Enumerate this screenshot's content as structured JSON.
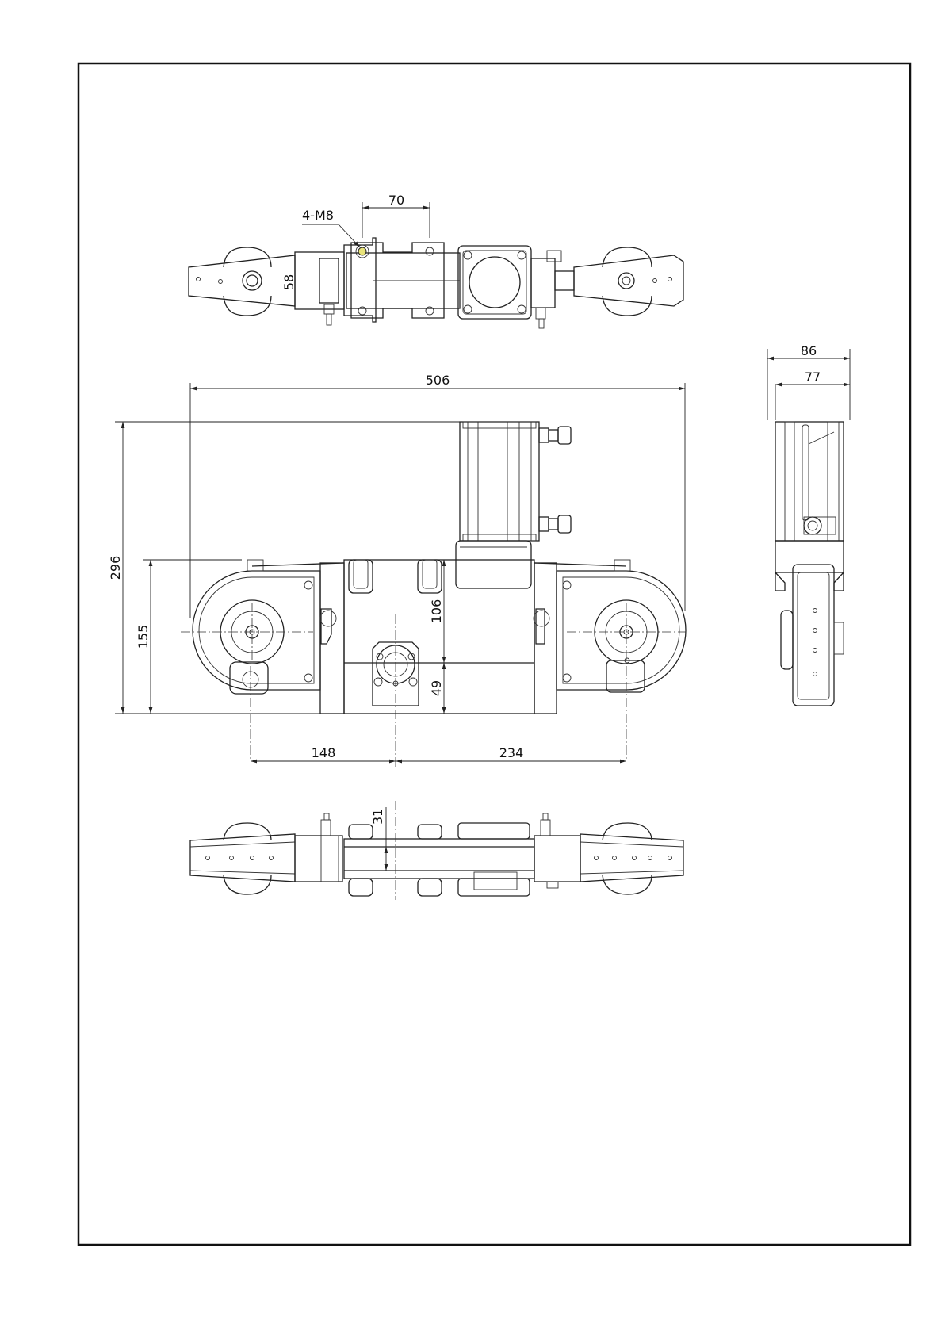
{
  "drawing": {
    "dimensions": {
      "top_hole_spacing": "70",
      "thread_callout": "4-M8",
      "top_plate_width": "58",
      "overall_length": "506",
      "overall_height": "296",
      "wheel_center_height": "155",
      "upper_block_height": "106",
      "lower_block_height": "49",
      "left_offset": "148",
      "right_offset": "234",
      "bottom_offset": "31",
      "side_outer_width": "86",
      "side_inner_width": "77"
    },
    "colors": {
      "line": "#222222",
      "highlight_hole": "#e8e37a",
      "paper": "#ffffff"
    }
  }
}
